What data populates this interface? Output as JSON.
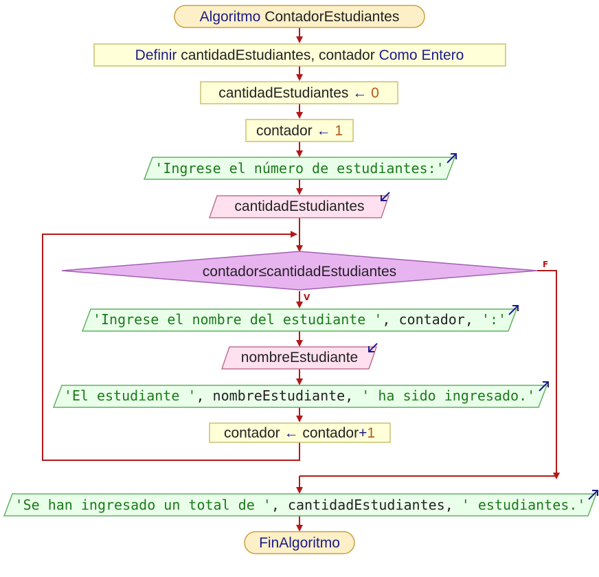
{
  "diagram": {
    "start": {
      "kw": "Algoritmo",
      "name": "ContadorEstudiantes"
    },
    "define": {
      "kw1": "Definir",
      "vars": "cantidadEstudiantes, contador",
      "kw2": "Como",
      "type": "Entero"
    },
    "assign1": {
      "var": "cantidadEstudiantes",
      "op": "←",
      "val": "0"
    },
    "assign2": {
      "var": "contador",
      "op": "←",
      "val": "1"
    },
    "output1": {
      "text": "'Ingrese el número de estudiantes:'"
    },
    "input1": {
      "text": "cantidadEstudiantes"
    },
    "condition": {
      "text": "contador≤cantidadEstudiantes"
    },
    "label_true": "V",
    "label_false": "F",
    "output2": {
      "str1": "'Ingrese el nombre del estudiante '",
      "mid": ", contador, ",
      "str2": "':'"
    },
    "input2": {
      "text": "nombreEstudiante"
    },
    "output3": {
      "str1": "'El estudiante '",
      "mid": ", nombreEstudiante, ",
      "str2": "' ha sido ingresado.'"
    },
    "assign3": {
      "var": "contador",
      "op": "←",
      "expr": "contador",
      "plus": "+",
      "val": "1"
    },
    "output4": {
      "str1": "'Se han ingresado un total de '",
      "mid": ", cantidadEstudiantes, ",
      "str2": "' estudiantes.'"
    },
    "end": {
      "kw": "FinAlgoritmo"
    }
  },
  "colors": {
    "terminal_fill": "#fdf0c8",
    "terminal_stroke": "#c9a040",
    "process_fill": "#ffffd8",
    "process_stroke": "#c8c070",
    "output_fill": "#eaffea",
    "output_stroke": "#60b060",
    "input_fill": "#ffe0ee",
    "input_stroke": "#c07090",
    "decision_fill": "#e8b4f0",
    "decision_stroke": "#a060b0",
    "flow": "#b21818"
  }
}
